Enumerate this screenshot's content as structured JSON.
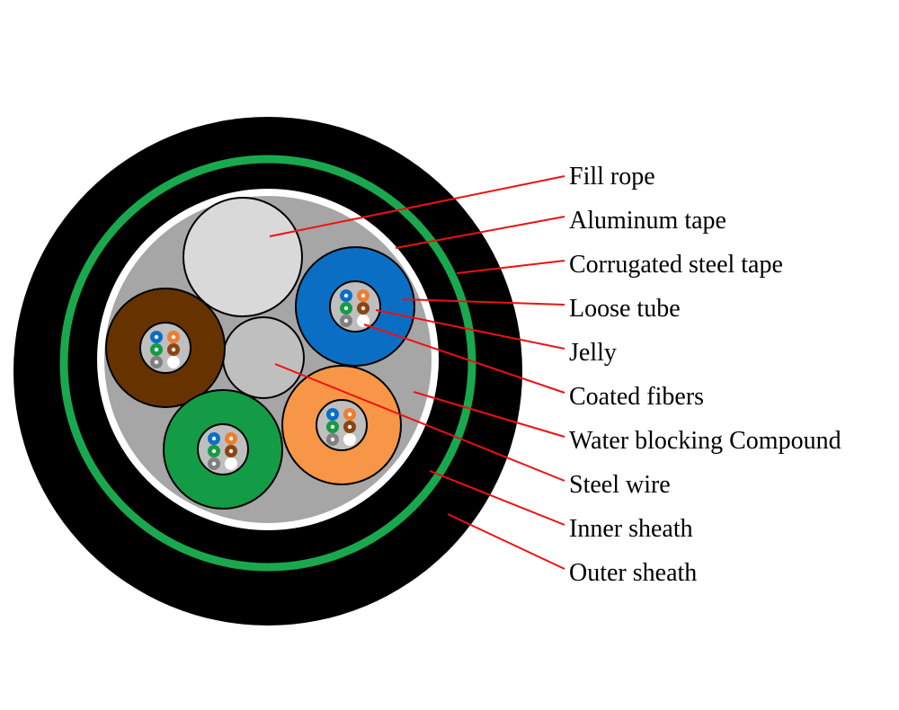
{
  "colors": {
    "background": "#ffffff",
    "outer_sheath": "#000000",
    "corrugated_steel_tape": "#1aa84e",
    "aluminum_tape": "#ffffff",
    "water_blocking_compound": "#a6a6a6",
    "fill_rope": "#d9d9d9",
    "steel_wire": "#bfbfbf",
    "jelly": "#bfbfbf",
    "leader_line": "#ee1111",
    "tube_blue": "#0a6fc4",
    "tube_brown": "#663300",
    "tube_green": "#149b45",
    "tube_orange": "#f79646",
    "fiber_colors": [
      "#0a6fc4",
      "#ed7d31",
      "#149b45",
      "#8b4513",
      "#808080",
      "#ffffff"
    ]
  },
  "labels": [
    {
      "id": "fill-rope",
      "text": "Fill rope"
    },
    {
      "id": "aluminum-tape",
      "text": "Aluminum tape"
    },
    {
      "id": "corrugated-steel-tape",
      "text": "Corrugated steel tape"
    },
    {
      "id": "loose-tube",
      "text": "Loose tube"
    },
    {
      "id": "jelly",
      "text": "Jelly"
    },
    {
      "id": "coated-fibers",
      "text": "Coated fibers"
    },
    {
      "id": "water-blocking-compound",
      "text": "Water blocking Compound"
    },
    {
      "id": "steel-wire",
      "text": "Steel wire"
    },
    {
      "id": "inner-sheath",
      "text": "Inner sheath"
    },
    {
      "id": "outer-sheath",
      "text": "Outer sheath"
    }
  ]
}
